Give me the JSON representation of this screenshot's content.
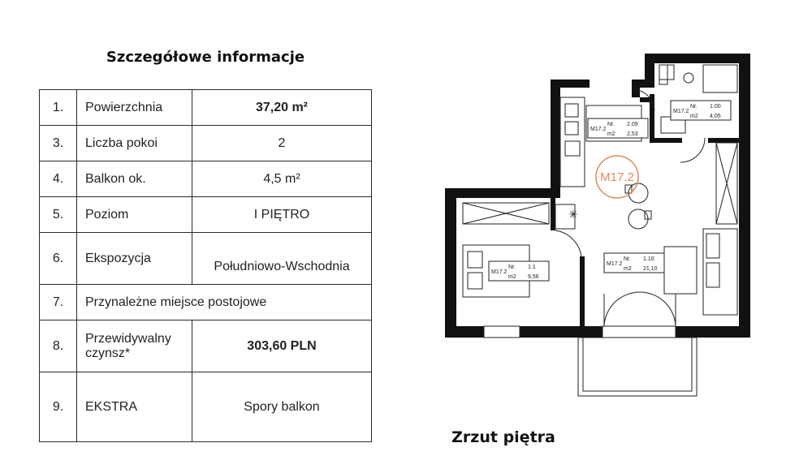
{
  "heading": "Szczegółowe informacje",
  "rows": [
    {
      "num": "1.",
      "label": "Powierzchnia",
      "value": "37,20 m²"
    },
    {
      "num": "3.",
      "label": "Liczba pokoi",
      "value": "2"
    },
    {
      "num": "4.",
      "label": "Balkon ok.",
      "value": "4,5 m²"
    },
    {
      "num": "5.",
      "label": "Poziom",
      "value": "I PIĘTRO"
    },
    {
      "num": "6.",
      "label": "Ekspozycja",
      "value": "Południowo-Wschodnia"
    },
    {
      "num": "7.",
      "label": "Przynależne miejsce postojowe"
    },
    {
      "num": "8.",
      "label": "Przewidywalny czynsz*",
      "value": "303,60 PLN"
    },
    {
      "num": "9.",
      "label": "EKSTRA",
      "value": "Spory balkon"
    }
  ],
  "plan": {
    "caption": "Zrzut piętra",
    "apartment": "M17.2",
    "rooms": [
      {
        "unit": "M17.2",
        "nr_label": "Nr.",
        "nr": "1.1",
        "m2_label": "m2",
        "area": "9,56"
      },
      {
        "unit": "M17.2",
        "nr_label": "Nr.",
        "nr": "1.10",
        "m2_label": "m2",
        "area": "21,10"
      },
      {
        "unit": "M17.2",
        "nr_label": "Nr.",
        "nr": "2.09",
        "m2_label": "m2",
        "area": "2,53"
      },
      {
        "unit": "M17.2",
        "nr_label": "Nr.",
        "nr": "1.00",
        "m2_label": "m2",
        "area": "4,05"
      }
    ]
  },
  "colors": {
    "accent": "#e08a5a",
    "wall": "#111111"
  }
}
